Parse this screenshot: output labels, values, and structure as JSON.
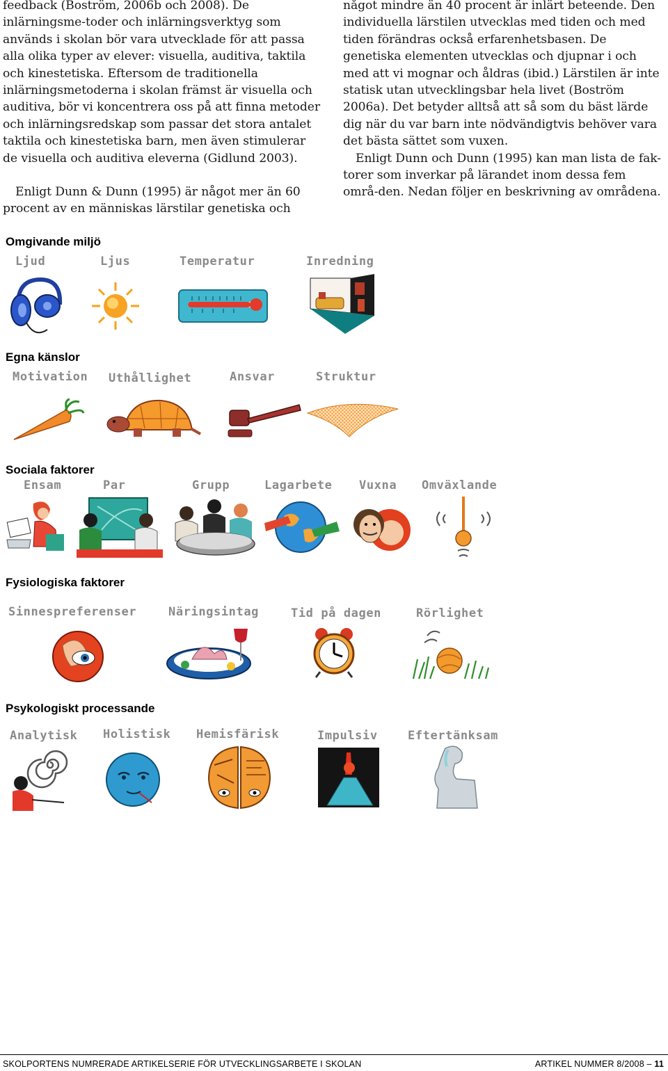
{
  "text": {
    "left_p1": "feedback (Boström, 2006b och 2008). De inlärningsme-toder och inlärningsverktyg som används i skolan bör vara utvecklade för att passa alla olika typer av elever: visuella, auditiva, taktila och kinestetiska. Eftersom de traditionella inlärningsmetoderna i skolan främst är visuella och auditiva, bör vi koncentrera oss på att finna metoder och inlärningsredskap som passar det stora antalet taktila och kinestetiska barn, men även stimulerar de visuella och auditiva eleverna (Gidlund 2003).",
    "left_p2": "Enligt Dunn & Dunn (1995) är något mer än 60 procent av en människas lärstilar genetiska och",
    "right_p1": "något mindre än 40 procent är inlärt beteende. Den individuella lärstilen utvecklas med tiden och med tiden förändras också erfarenhetsbasen. De genetiska elementen utvecklas och djupnar i och med att vi mognar och åldras (ibid.) Lärstilen är inte statisk utan utvecklingsbar hela livet (Boström 2006a). Det betyder alltså att så som du bäst lärde dig när du var barn inte nödvändigtvis behöver vara det bästa sättet som vuxen.",
    "right_p2": "Enligt Dunn och Dunn (1995) kan man lista de fak-torer som inverkar på lärandet inom dessa fem områ-den. Nedan följer en beskrivning av områdena."
  },
  "sections": [
    {
      "title": "Omgivande miljö",
      "items": [
        "Ljud",
        "Ljus",
        "Temperatur",
        "Inredning"
      ]
    },
    {
      "title": "Egna känslor",
      "items": [
        "Motivation",
        "Uthållighet",
        "Ansvar",
        "Struktur"
      ]
    },
    {
      "title": "Sociala faktorer",
      "items": [
        "Ensam",
        "Par",
        "Grupp",
        "Lagarbete",
        "Vuxna",
        "Omväxlande"
      ]
    },
    {
      "title": "Fysiologiska faktorer",
      "items": [
        "Sinnespreferenser",
        "Näringsintag",
        "Tid på dagen",
        "Rörlighet"
      ]
    },
    {
      "title": "Psykologiskt processande",
      "items": [
        "Analytisk",
        "Holistisk",
        "Hemisfärisk",
        "Impulsiv",
        "Eftertänksam"
      ]
    }
  ],
  "icons": {
    "headphones": "headphones-icon",
    "sun": "sun-icon",
    "thermometer": "thermometer-icon",
    "room": "furniture-room-icon",
    "carrot": "carrot-icon",
    "turtle": "turtle-icon",
    "gavel": "gavel-icon",
    "net": "net-icon",
    "reader": "person-reading-icon",
    "pair": "pair-icon",
    "group": "group-meeting-icon",
    "globe": "teamwork-globe-icon",
    "adults": "adults-icon",
    "pendulum": "pendulum-icon",
    "ear-eye": "ear-eye-icon",
    "food": "food-plate-icon",
    "clock": "alarm-clock-icon",
    "ball": "ball-grass-icon",
    "spiral": "spiral-thinker-icon",
    "face": "face-globe-icon",
    "brain": "brain-hemispheres-icon",
    "volcano": "volcano-icon",
    "thinker": "thinker-statue-icon"
  },
  "footer": {
    "left": "SKOLPORTENS NUMRERADE ARTIKELSERIE FÖR UTVECKLINGSARBETE I SKOLAN",
    "right_label": "ARTIKEL NUMMER 8/2008 –",
    "page": "11"
  }
}
